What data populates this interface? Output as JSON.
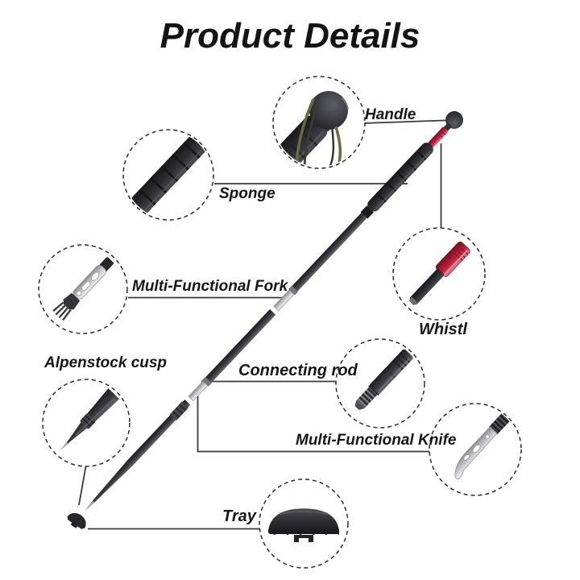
{
  "title": "Product Details",
  "parts": {
    "handle": {
      "label": "Handle"
    },
    "sponge": {
      "label": "Sponge"
    },
    "fork": {
      "label": "Multi-Functional Fork"
    },
    "whistle": {
      "label": "Whistl"
    },
    "connecting_rod": {
      "label": "Connecting rod"
    },
    "knife": {
      "label": "Multi-Functional Knife"
    },
    "cusp": {
      "label": "Alpenstock cusp"
    },
    "tray": {
      "label": "Tray"
    }
  },
  "colors": {
    "background": "#ffffff",
    "text": "#161616",
    "callout_line": "#3a3a3a",
    "pole_dark": "#2d2d32",
    "accent_red": "#c0243c",
    "tool_silver": "#c6c6cb",
    "cord_olive": "#6b6b41"
  }
}
